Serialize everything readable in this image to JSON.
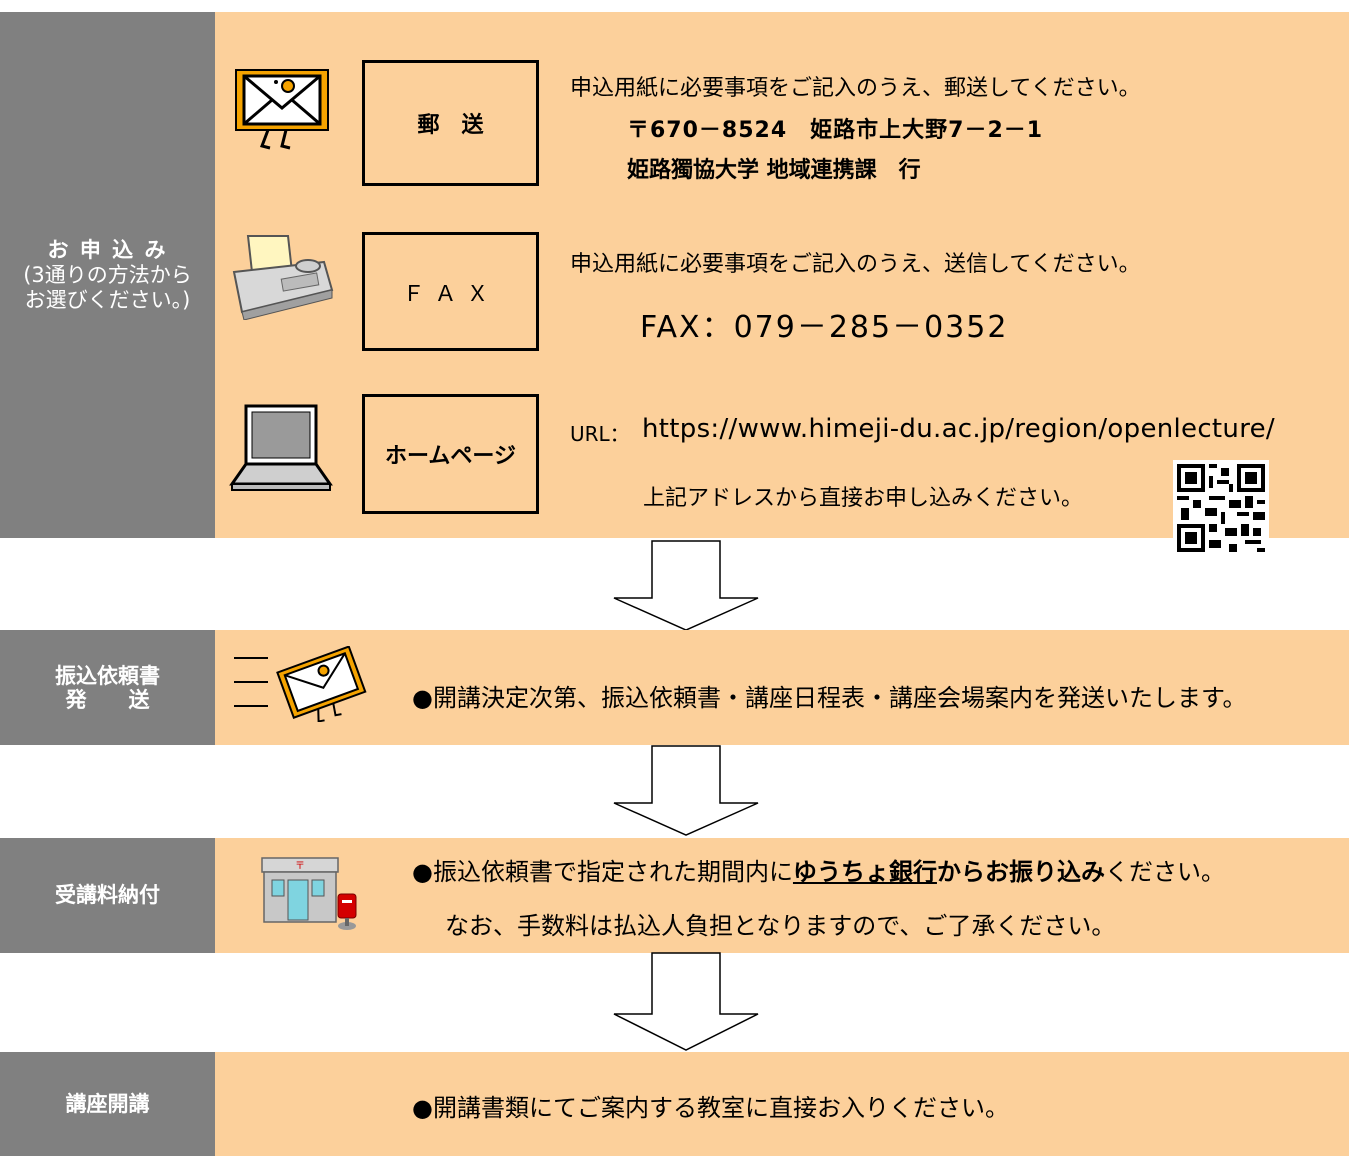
{
  "apply": {
    "label": "お 申 込 み",
    "sub1": "(3通りの方法から",
    "sub2": "お選びください。)",
    "post": {
      "button": "郵　送",
      "line1": "申込用紙に必要事項をご記入のうえ、郵送してください。",
      "line2": "〒670－8524　姫路市上大野7－2－1",
      "line3": "姫路獨協大学 地域連携課　行"
    },
    "fax": {
      "button": "ＦＡＸ",
      "line1": "申込用紙に必要事項をご記入のうえ、送信してください。",
      "line2": "FAX：079－285－0352"
    },
    "web": {
      "button": "ホームページ",
      "url_label": "URL：",
      "url": "https://www.himeji-du.ac.jp/region/openlecture/",
      "line2": "上記アドレスから直接お申し込みください。"
    }
  },
  "invoice": {
    "label1": "振込依頼書",
    "label2": "発　　送",
    "text": "●開講決定次第、振込依頼書・講座日程表・講座会場案内を発送いたします。"
  },
  "payment": {
    "label": "受講料納付",
    "line1_a": "●振込依頼書で指定された期間内に",
    "line1_b": "ゆうちょ銀行",
    "line1_c": "からお振り込み",
    "line1_d": "ください。",
    "line2": "なお、手数料は払込人負担となりますので、ご了承ください。"
  },
  "start": {
    "label": "講座開講",
    "text": "●開講書類にてご案内する教室に直接お入りください。"
  },
  "colors": {
    "band": "#fcd09b",
    "side": "#808080",
    "envelope": "#f5a300"
  }
}
